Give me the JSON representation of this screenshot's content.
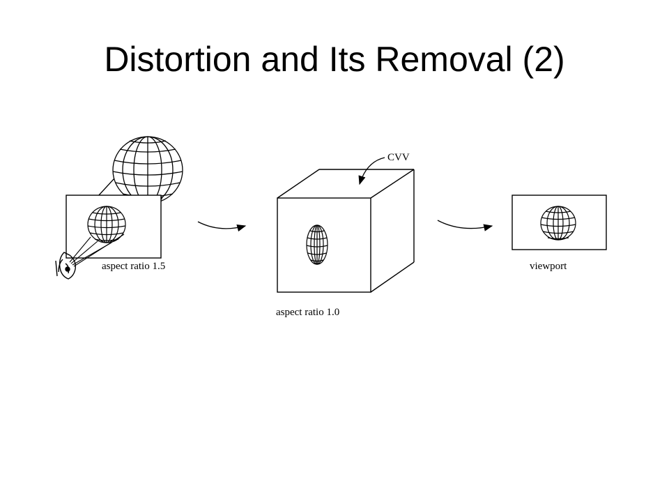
{
  "slide": {
    "title": "Distortion and Its Removal (2)"
  },
  "figure": {
    "panel_left_label": "aspect ratio 1.5",
    "panel_middle_label": "aspect ratio 1.0",
    "cvv_label": "CVV",
    "panel_right_label": "viewport"
  }
}
